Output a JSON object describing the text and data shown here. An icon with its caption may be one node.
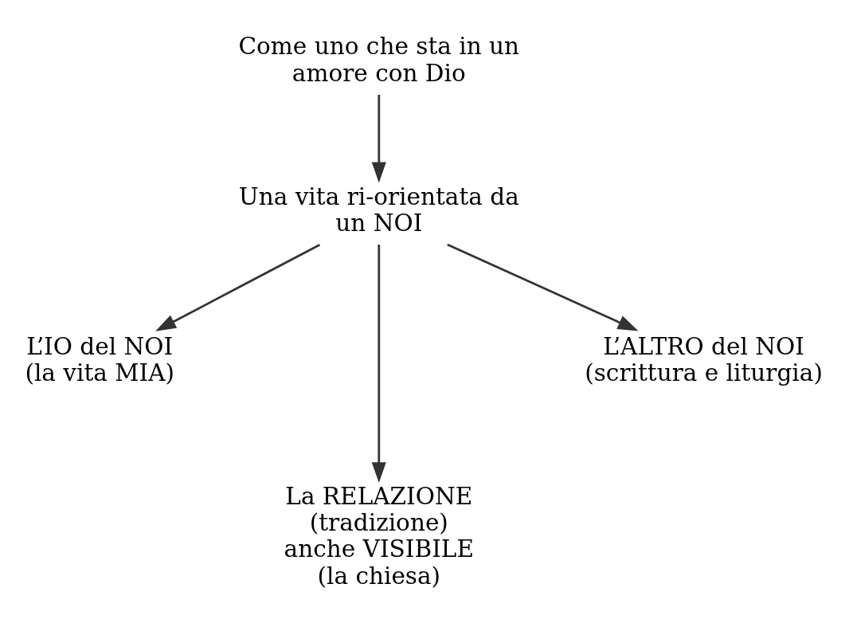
{
  "diagram": {
    "nodes": [
      {
        "text": [
          "Come uno che sta in un amore con Dio"
        ]
      },
      {
        "text": [
          "Una vita ri-orientata da un NOI"
        ]
      },
      {
        "text": [
          "L’IO del NOI",
          "(la vita MIA)"
        ]
      },
      {
        "text": [
          "L’ALTRO del NOI",
          "(scrittura e liturgia)"
        ]
      },
      {
        "text": [
          "La RELAZIONE",
          "(tradizione)",
          "anche VISIBILE",
          "(la chiesa)"
        ]
      }
    ],
    "edges": [
      {
        "from": 0,
        "to": 1,
        "arrow": "to"
      },
      {
        "from": 1,
        "to": 2,
        "arrow": "to"
      },
      {
        "from": 1,
        "to": 4,
        "arrow": "to"
      },
      {
        "from": 1,
        "to": 3,
        "arrow": "to"
      }
    ]
  }
}
